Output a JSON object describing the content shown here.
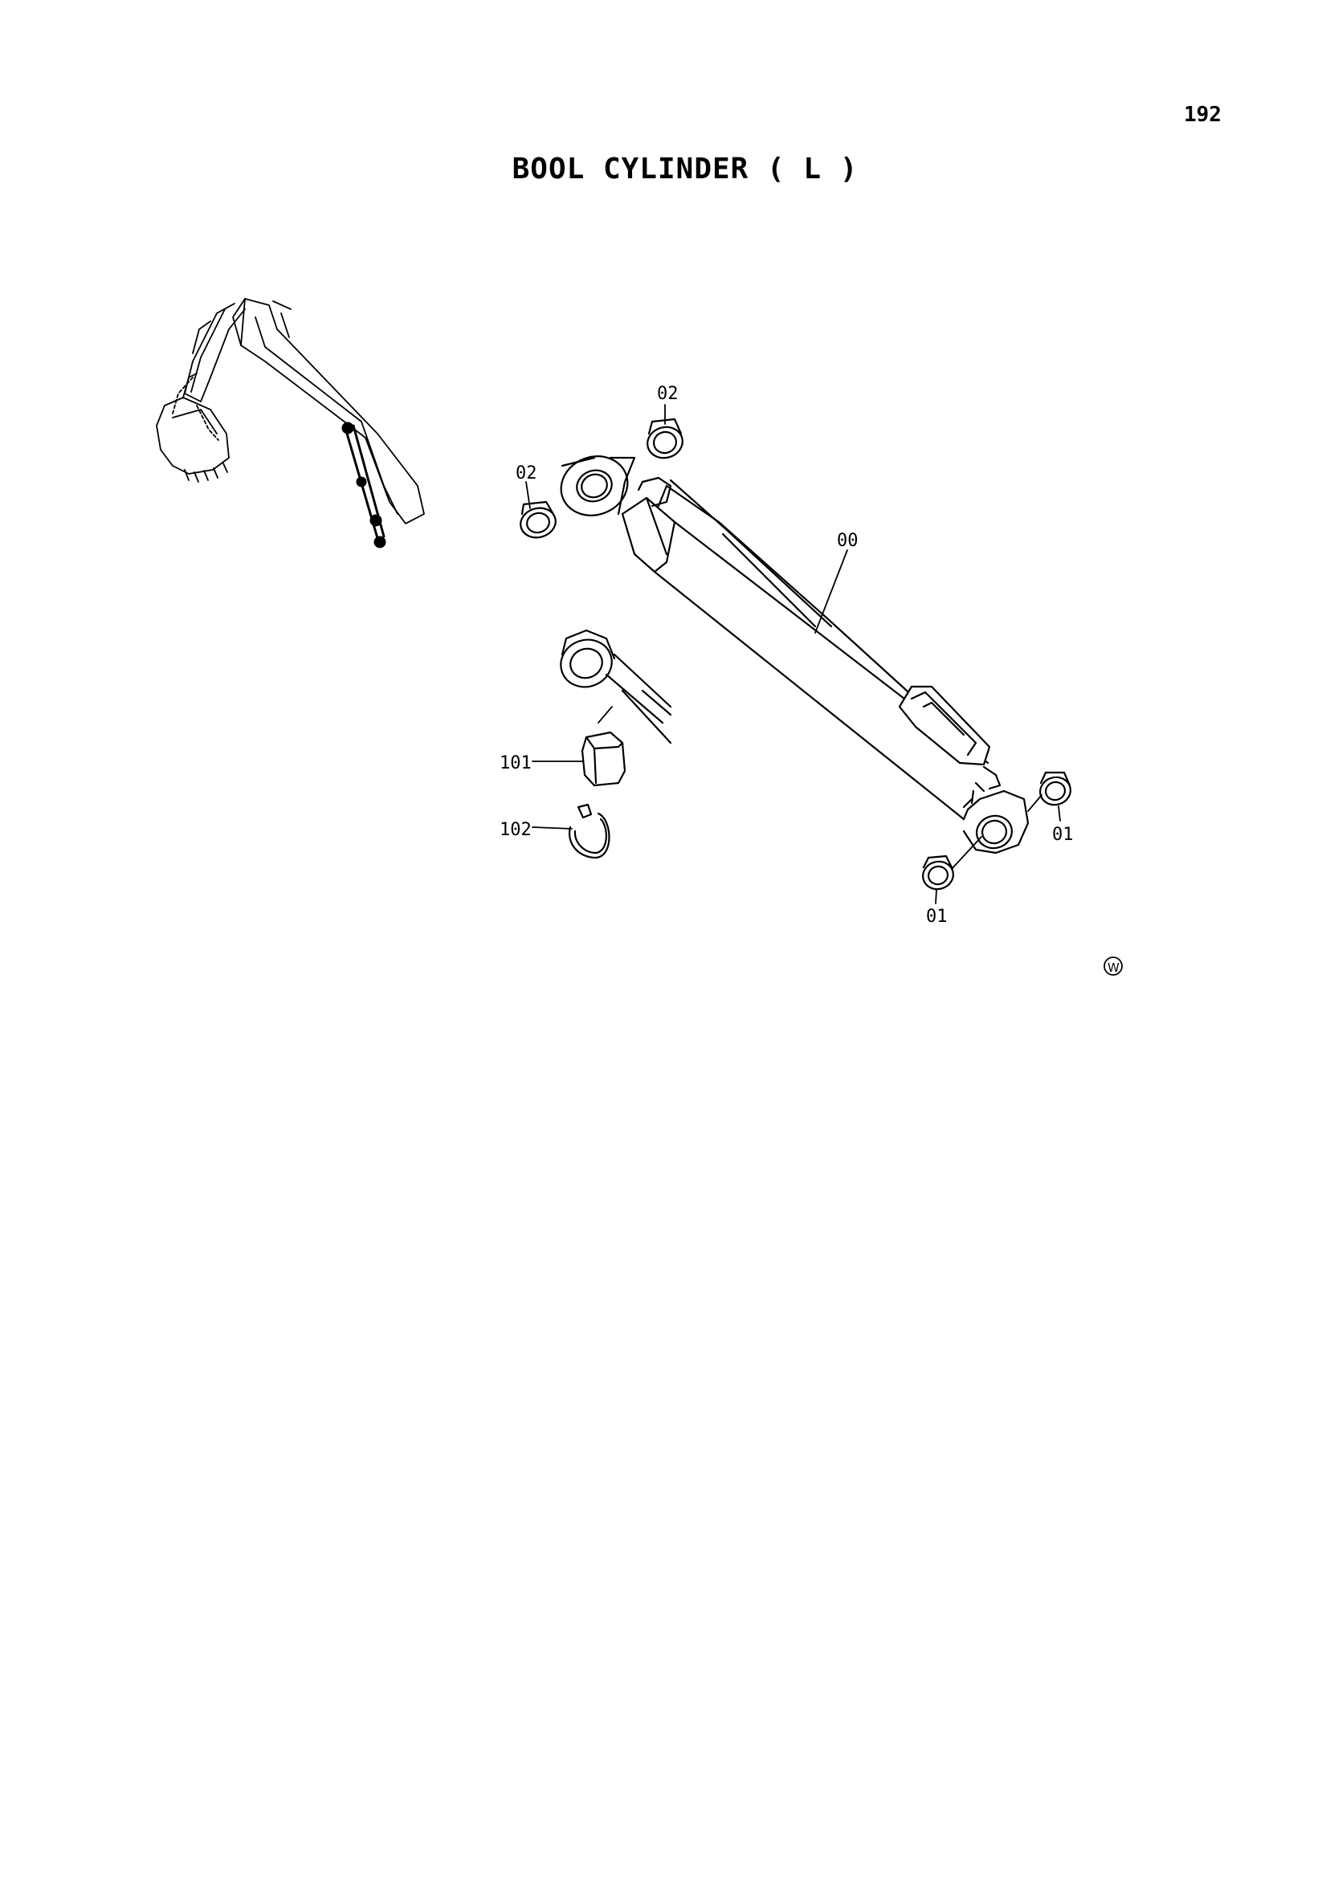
{
  "page": {
    "number": "192",
    "title": "BOOL CYLINDER ( L )"
  },
  "callouts": [
    {
      "id": "callout-00",
      "label": "00"
    },
    {
      "id": "callout-01a",
      "label": "01"
    },
    {
      "id": "callout-01b",
      "label": "01"
    },
    {
      "id": "callout-02a",
      "label": "02"
    },
    {
      "id": "callout-02b",
      "label": "02"
    },
    {
      "id": "callout-101",
      "label": "101"
    },
    {
      "id": "callout-102",
      "label": "102"
    }
  ],
  "mark": {
    "symbol": "W"
  }
}
